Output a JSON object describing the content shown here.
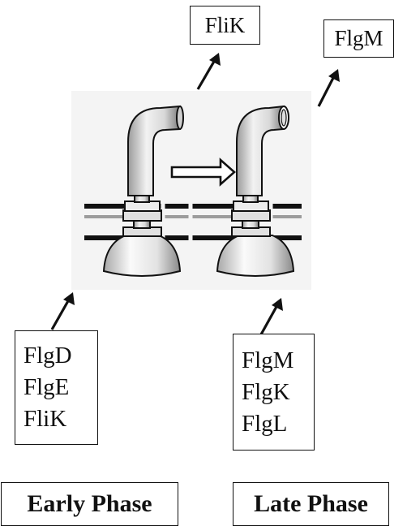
{
  "diagram": {
    "top_left_label": "FliK",
    "top_right_label": "FlgM",
    "early_components": [
      "FlgD",
      "FlgE",
      "FliK"
    ],
    "late_components": [
      "FlgM",
      "FlgK",
      "FlgL"
    ],
    "early_phase_label": "Early Phase",
    "late_phase_label": "Late Phase"
  }
}
